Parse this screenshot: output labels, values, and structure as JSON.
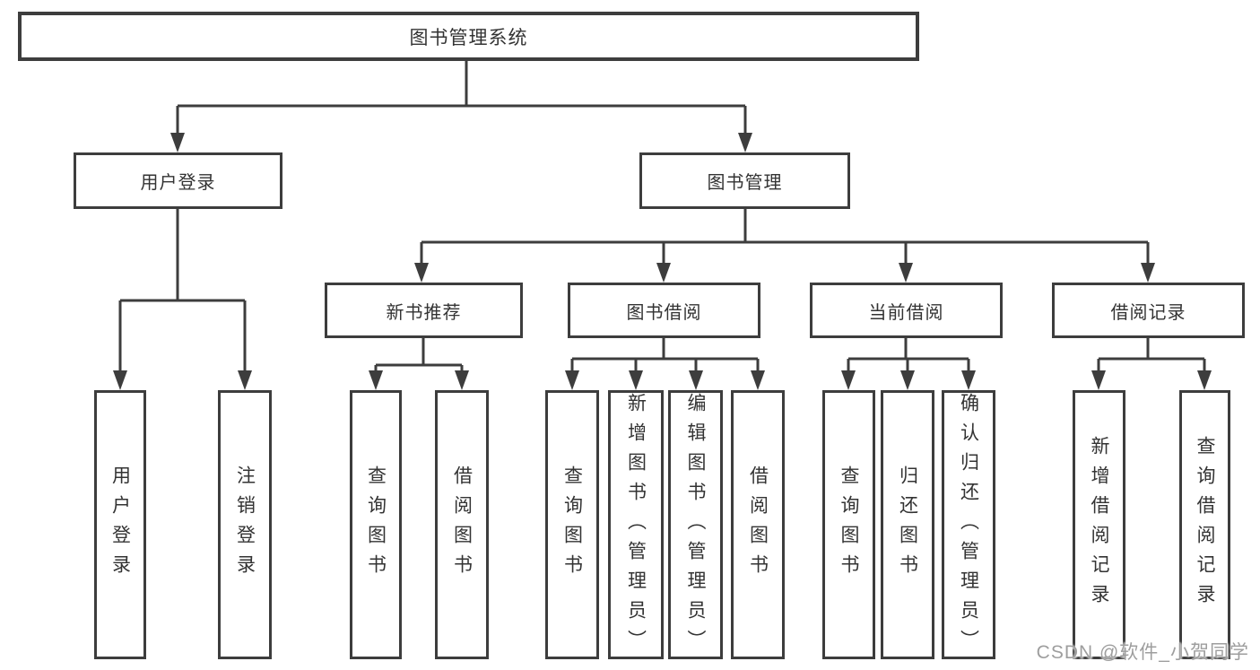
{
  "diagram": {
    "root": "图书管理系统",
    "branches": [
      {
        "label": "用户登录",
        "leaves": [
          "用户登录",
          "注销登录"
        ]
      },
      {
        "label": "图书管理",
        "sections": [
          {
            "label": "新书推荐",
            "leaves": [
              "查询图书",
              "借阅图书"
            ]
          },
          {
            "label": "图书借阅",
            "leaves": [
              "查询图书",
              "新增图书（管理员）",
              "编辑图书（管理员）",
              "借阅图书"
            ]
          },
          {
            "label": "当前借阅",
            "leaves": [
              "查询图书",
              "归还图书",
              "确认归还（管理员）"
            ]
          },
          {
            "label": "借阅记录",
            "leaves": [
              "新增借阅记录",
              "查询借阅记录"
            ]
          }
        ]
      }
    ]
  },
  "watermark": "CSDN @软件_小贺同学",
  "colors": {
    "line": "#3d3d3d",
    "box_border": "#3d3d3d",
    "text": "#333333",
    "watermark": "#9e9e9e",
    "background": "#ffffff"
  }
}
